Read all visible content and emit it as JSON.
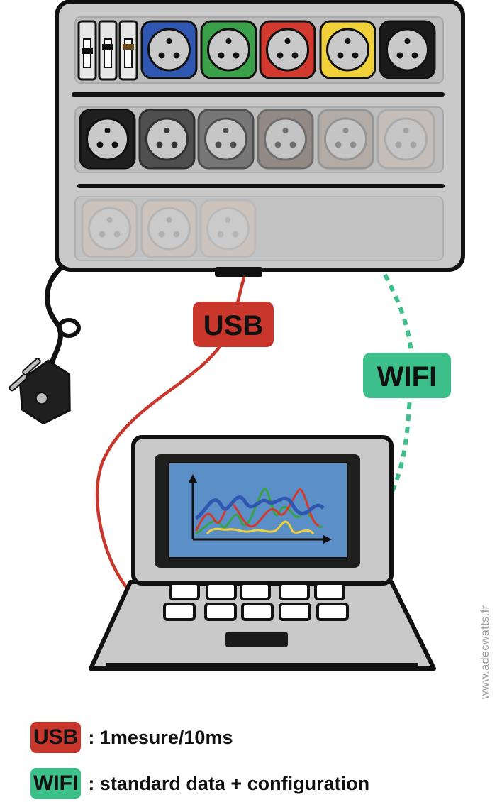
{
  "labels": {
    "usb": "USB",
    "wifi": "WIFI"
  },
  "legend": [
    {
      "badge": "USB",
      "text": ": 1mesure/10ms",
      "color": "#c9372c"
    },
    {
      "badge": "WIFI",
      "text": ": standard data + configuration",
      "color": "#3dbf8a"
    }
  ],
  "watermark": "www.adecwatts.fr",
  "colors": {
    "usb": "#c9372c",
    "wifi": "#3dbf8a",
    "device_body": "#c9c9c9",
    "screen": "#5b8fc7",
    "socket_blue": "#2f56b0",
    "socket_green": "#3aa14a",
    "socket_red": "#d23a2f",
    "socket_yellow": "#f0d13a",
    "socket_black": "#1a1a1a"
  },
  "icons": [
    "power-plug-icon",
    "socket-icon",
    "chart-icon",
    "laptop-icon",
    "slider-switch-icon"
  ]
}
